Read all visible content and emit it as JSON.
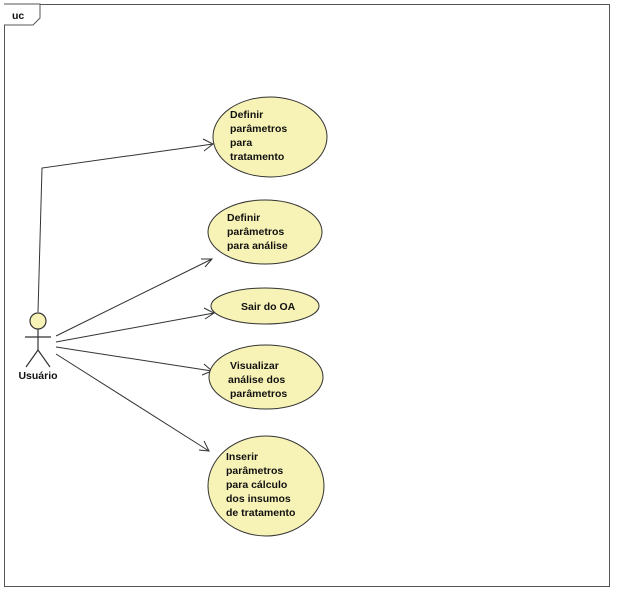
{
  "frame": {
    "tag": "uc"
  },
  "actor": {
    "name": "Usuário"
  },
  "use_cases": [
    {
      "id": "uc1",
      "lines": [
        "Definir",
        "parâmetros",
        "para",
        "tratamento"
      ]
    },
    {
      "id": "uc2",
      "lines": [
        "Definir",
        "parâmetros",
        "para análise"
      ]
    },
    {
      "id": "uc3",
      "lines": [
        "Sair do OA"
      ]
    },
    {
      "id": "uc4",
      "lines": [
        "Visualizar",
        "análise dos",
        "parâmetros"
      ]
    },
    {
      "id": "uc5",
      "lines": [
        "Inserir",
        "parâmetros",
        "para cálculo",
        "dos insumos",
        "de tratamento"
      ]
    }
  ],
  "colors": {
    "usecase_fill": "#f7f3b6",
    "actor_fill": "#f7f3b6",
    "stroke": "#333333"
  }
}
